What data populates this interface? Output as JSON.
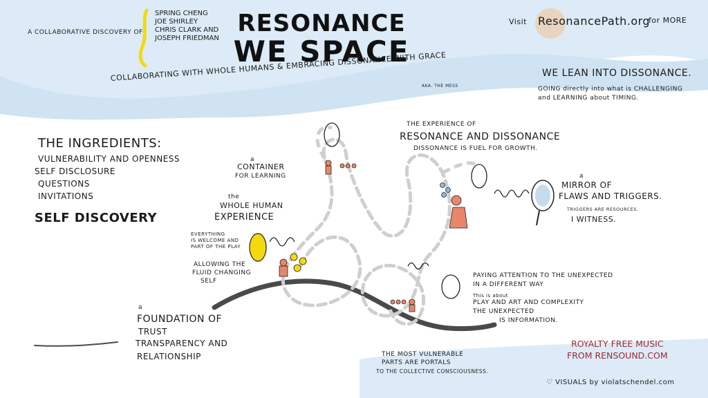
{
  "header": {
    "collab_prefix": "a collaborative discovery of",
    "names": [
      "Spring Cheng",
      "Joe Shirley",
      "Chris Clark and",
      "Joseph Friedman"
    ],
    "title_line1": "RESONANCE",
    "title_line2": "WE SPACE",
    "visit_prefix": "Visit",
    "visit_url": "ResonancePath.org",
    "visit_suffix": "for MORE",
    "subtitle": "COLLABORATING with WHOLE HUMANS & EMBRACING DISSONANCE with GRACE",
    "subtitle_aka": "aka. the MESS"
  },
  "lean": {
    "title": "we LEAN into DISSONANCE.",
    "body1": "GOING directly into what is CHALLENGING",
    "body2": "and LEARNING about TIMING."
  },
  "ingredients": {
    "title": "the INGREDIENTS:",
    "items": [
      "VULNERABILITY and OPENNESS",
      "SELF DISCLOSURE",
      "QUESTIONS",
      "INVITATIONS"
    ],
    "self_discovery": "SELF DISCOVERY"
  },
  "container": {
    "pre": "a",
    "title": "CONTAINER",
    "sub": "for LEARNING"
  },
  "whole_human": {
    "pre": "the",
    "line1": "WHOLE HUMAN",
    "line2": "EXPERIENCE",
    "everything": [
      "EVERYTHING",
      "IS WELCOME and",
      "PART of the PLAY"
    ],
    "allowing": [
      "ALLOWING the",
      "FLUID CHANGING",
      "SELF"
    ]
  },
  "experience": {
    "line1": "the EXPERIENCE of",
    "line2": "RESONANCE and DISSONANCE",
    "line3": "DISSONANCE is FUEL for GROWTH."
  },
  "mirror": {
    "pre": "a",
    "line1": "MIRROR of",
    "line2": "FLAWS and TRIGGERS.",
    "line3": "TRIGGERS are RESOURCES.",
    "line4": "I WITNESS."
  },
  "foundation": {
    "pre": "a",
    "line1": "FOUNDATION of",
    "line2": "TRUST",
    "line3": "TRANSPARENCY and",
    "line4": "RELATIONSHIP"
  },
  "paying": {
    "line1": "PAYING ATTENTION to the UNEXPECTED",
    "line2": "in a DIFFERENT WAY",
    "line3": "This is about",
    "line4": "PLAY and ART and COMPLEXITY",
    "line5": "the UNEXPECTED",
    "line6": "is INFORMATION."
  },
  "vulnerable": {
    "line1": "the MOST VULNERABLE",
    "line2": "PARTS are PORTALS",
    "line3": "to the COLLECTIVE CONSCIOUSNESS."
  },
  "footer": {
    "music1": "ROYALTY FREE MUSIC",
    "music2": "FROM RENSOUND.COM",
    "visuals": "VISUALS by violatschendel.com"
  },
  "colors": {
    "wash": "#cfe3f2",
    "ground": "#4a4a4a",
    "path": "#c9c9c9",
    "yellow": "#f5d90f",
    "figure": "#e8866a",
    "blue": "#8fb8e0",
    "music": "#9b2a34",
    "url_circle": "#e8d5c0"
  }
}
